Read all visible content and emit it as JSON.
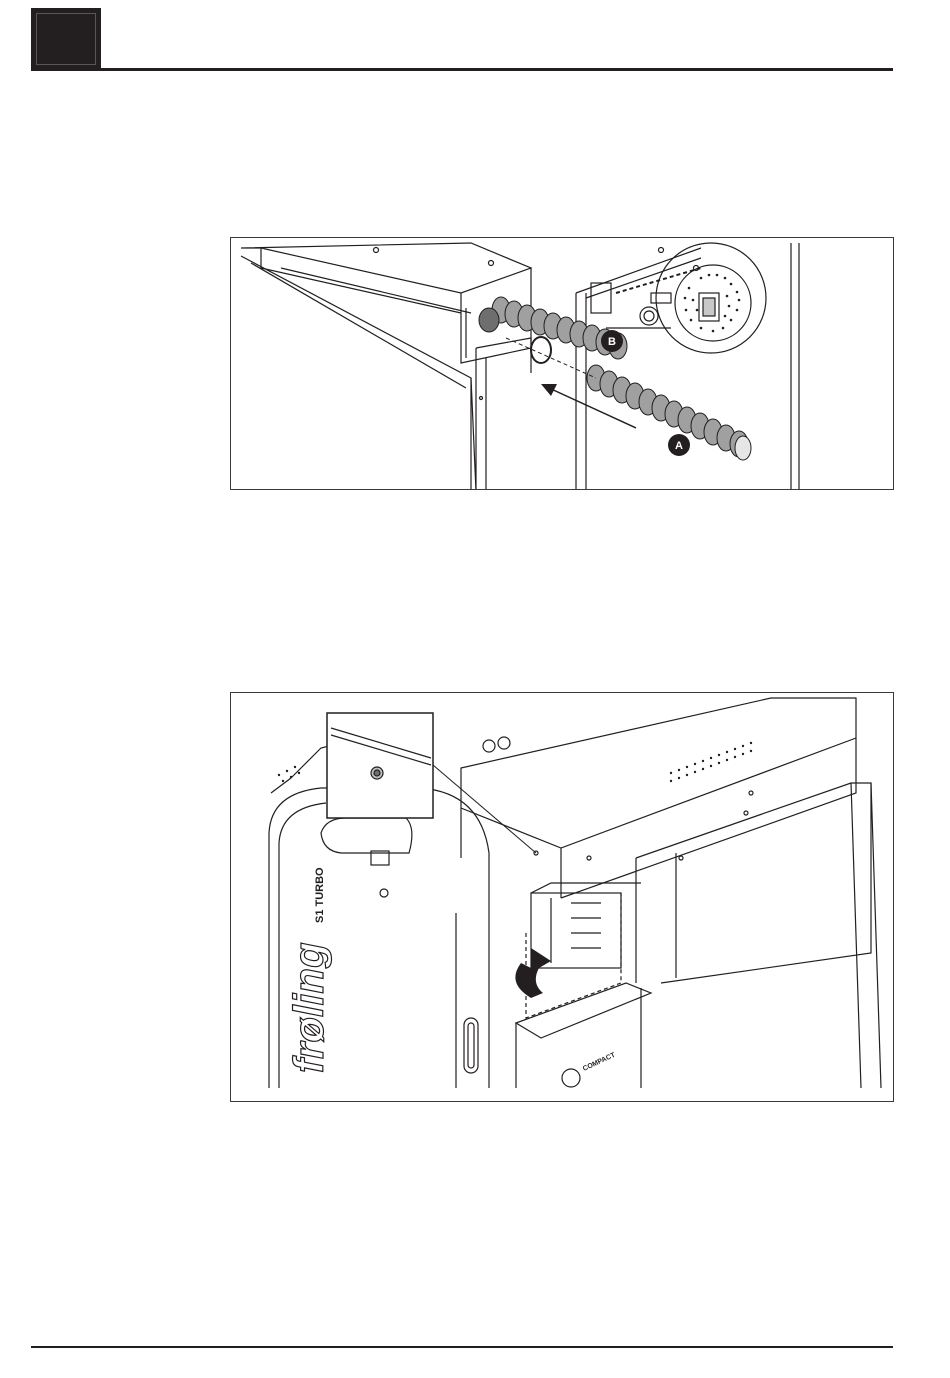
{
  "figure1": {
    "callouts": [
      {
        "id": "A",
        "label": "A"
      },
      {
        "id": "B",
        "label": "B"
      }
    ]
  },
  "figure2": {
    "brand_logo": "frøling",
    "model_label": "S1 TURBO",
    "panel_label": "COMPACT"
  },
  "colors": {
    "line": "#231f20",
    "tube_fill": "#9a9a9a",
    "callout_fill": "#231f20"
  }
}
